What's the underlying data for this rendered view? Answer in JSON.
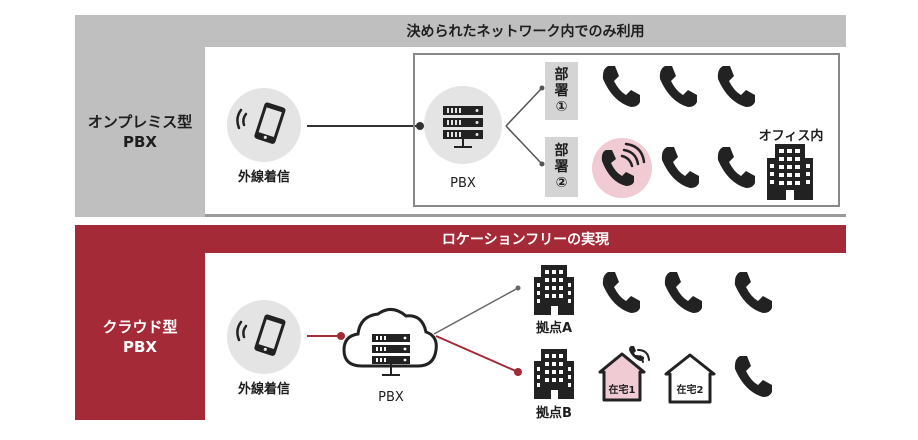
{
  "onprem": {
    "header": "決められたネットワーク内でのみ利用",
    "label_line1": "オンプレミス型",
    "label_line2": "PBX",
    "incoming_label": "外線着信",
    "pbx_label": "PBX",
    "dept1_line1": "部",
    "dept1_line2": "署",
    "dept1_line3": "①",
    "dept2_line1": "部",
    "dept2_line2": "署",
    "dept2_line3": "②",
    "office_label": "オフィス内"
  },
  "cloud": {
    "header": "ロケーションフリーの実現",
    "label_line1": "クラウド型",
    "label_line2": "PBX",
    "incoming_label": "外線着信",
    "pbx_label": "PBX",
    "site_a_label": "拠点A",
    "site_b_label": "拠点B",
    "home1_label": "在宅1",
    "home2_label": "在宅2"
  },
  "colors": {
    "gray_band": "#bfbfbf",
    "red_band": "#a52a38",
    "icon": "#222222",
    "highlight_pink": "#f1cbd3"
  }
}
